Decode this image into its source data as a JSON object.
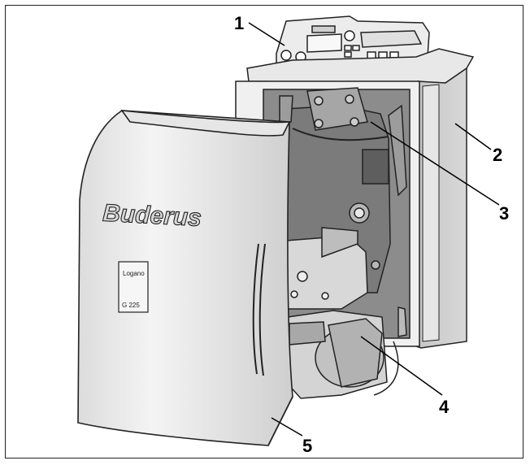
{
  "brand_text": "Buderus",
  "nameplate": {
    "model_top": "Logano",
    "model_bottom": "G 225"
  },
  "callouts": [
    {
      "number": "1"
    },
    {
      "number": "2"
    },
    {
      "number": "3"
    },
    {
      "number": "4"
    },
    {
      "number": "5"
    }
  ],
  "colors": {
    "line": "#222222",
    "casing_light": "#e4e4e4",
    "casing_side": "#c8c8c8",
    "interior": "#8c8c8c",
    "door_panel": "#f1f1f1"
  }
}
